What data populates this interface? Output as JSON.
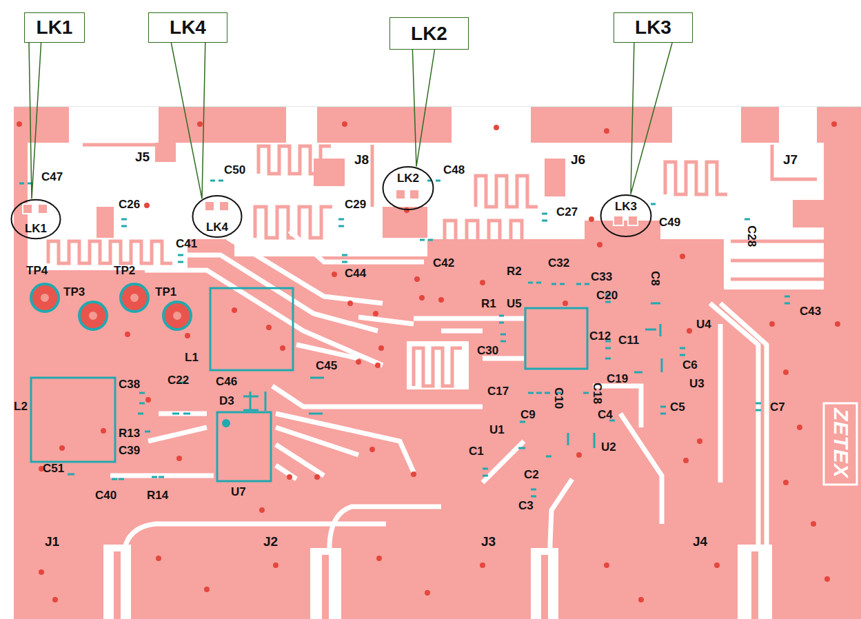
{
  "diagram": {
    "nodes": [
      {
        "text": [
          "LK1"
        ]
      },
      {
        "text": [
          "LK4"
        ]
      },
      {
        "text": [
          "LK2"
        ]
      },
      {
        "text": [
          "LK3"
        ]
      },
      {
        "text": [
          "LK1"
        ]
      },
      {
        "text": [
          "LK4"
        ]
      },
      {
        "text": [
          "LK2"
        ]
      },
      {
        "text": [
          "LK3"
        ]
      }
    ],
    "edges": [
      {
        "from": 0,
        "to": 4,
        "arrow": "none"
      },
      {
        "from": 1,
        "to": 5,
        "arrow": "none"
      },
      {
        "from": 2,
        "to": 6,
        "arrow": "none"
      },
      {
        "from": 3,
        "to": 7,
        "arrow": "none"
      }
    ],
    "labels": [
      "J5",
      "C47",
      "C50",
      "J8",
      "C48",
      "J6",
      "J7",
      "C26",
      "C29",
      "C27",
      "C49",
      "C41",
      "C28",
      "C44",
      "C42",
      "R2",
      "C32",
      "C33",
      "TP4",
      "TP2",
      "TP3",
      "TP1",
      "R1",
      "U5",
      "C20",
      "C8",
      "U4",
      "C43",
      "C12",
      "C11",
      "C30",
      "C6",
      "L1",
      "C45",
      "C19",
      "U3",
      "C22",
      "C46",
      "C38",
      "C17",
      "C10",
      "C18",
      "D3",
      "L2",
      "C5",
      "C7",
      "C9",
      "C4",
      "U1",
      "R13",
      "U2",
      "C39",
      "C1",
      "C51",
      "C2",
      "U7",
      "C40",
      "R14",
      "C3",
      "J1",
      "J2",
      "J3",
      "J4",
      "ZETEX"
    ]
  }
}
